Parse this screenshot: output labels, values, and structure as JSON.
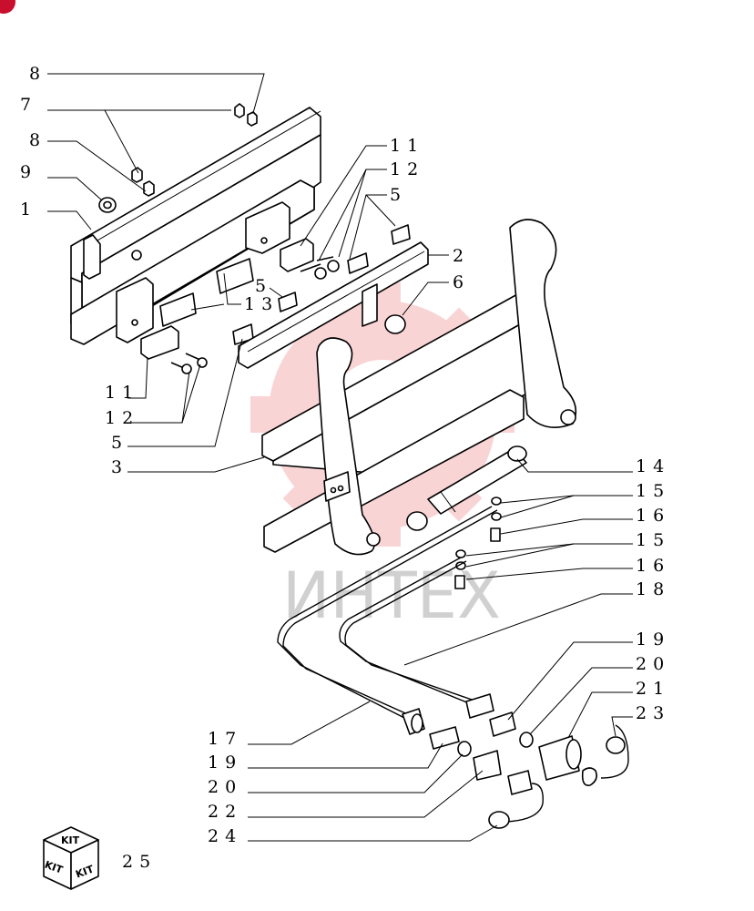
{
  "watermark": {
    "text": "ИНТЕХ",
    "color": "#e0191f"
  },
  "badge": {
    "color": "#c8102e"
  },
  "kit_icon": {
    "faces": [
      "KIT",
      "KIT",
      "KIT"
    ]
  },
  "labels": [
    {
      "id": "l8a",
      "text": "8"
    },
    {
      "id": "l7",
      "text": "7"
    },
    {
      "id": "l8b",
      "text": "8"
    },
    {
      "id": "l9",
      "text": "9"
    },
    {
      "id": "l1",
      "text": "1"
    },
    {
      "id": "l11a",
      "text": "11"
    },
    {
      "id": "l12a",
      "text": "12"
    },
    {
      "id": "l5a",
      "text": "5"
    },
    {
      "id": "l2",
      "text": "2"
    },
    {
      "id": "l6",
      "text": "6"
    },
    {
      "id": "l5b",
      "text": "5"
    },
    {
      "id": "l13",
      "text": "13"
    },
    {
      "id": "l11b",
      "text": "11"
    },
    {
      "id": "l12b",
      "text": "12"
    },
    {
      "id": "l5c",
      "text": "5"
    },
    {
      "id": "l3",
      "text": "3"
    },
    {
      "id": "l14",
      "text": "14"
    },
    {
      "id": "l15a",
      "text": "15"
    },
    {
      "id": "l16a",
      "text": "16"
    },
    {
      "id": "l15b",
      "text": "15"
    },
    {
      "id": "l16b",
      "text": "16"
    },
    {
      "id": "l18",
      "text": "18"
    },
    {
      "id": "l19a",
      "text": "19"
    },
    {
      "id": "l20a",
      "text": "20"
    },
    {
      "id": "l21",
      "text": "21"
    },
    {
      "id": "l23",
      "text": "23"
    },
    {
      "id": "l17",
      "text": "17"
    },
    {
      "id": "l19b",
      "text": "19"
    },
    {
      "id": "l20b",
      "text": "20"
    },
    {
      "id": "l22",
      "text": "22"
    },
    {
      "id": "l24",
      "text": "24"
    },
    {
      "id": "l25",
      "text": "25"
    }
  ]
}
